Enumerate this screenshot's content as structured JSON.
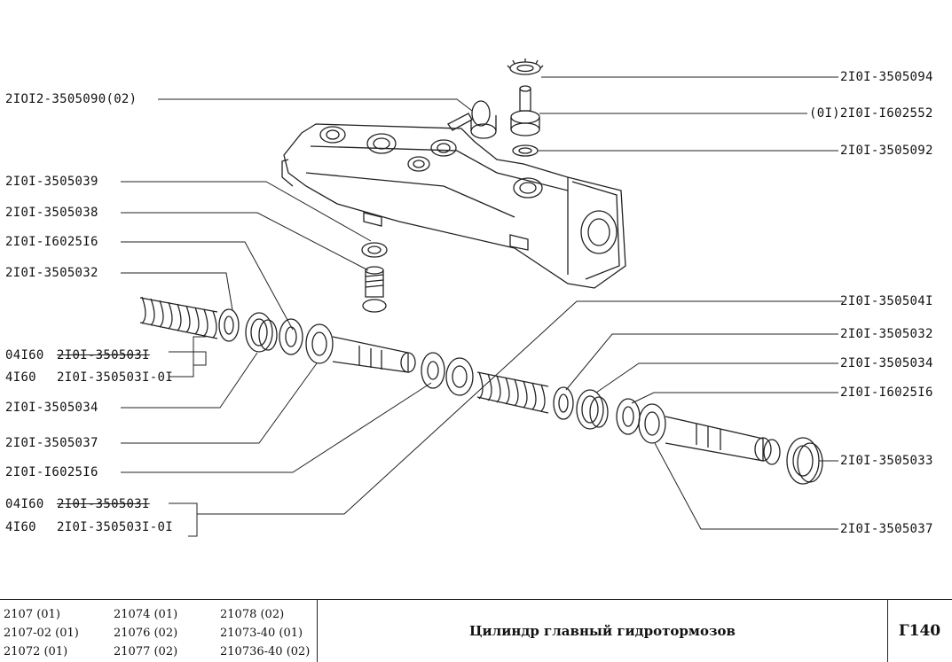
{
  "labels_left": {
    "l1": "2IOI2-3505090(02)",
    "l2": "2I0I-3505039",
    "l3": "2I0I-3505038",
    "l4": "2I0I-I6025I6",
    "l5": "2I0I-3505032",
    "g1_row1_prefix": "04I60",
    "g1_row1_code": "2I0I-350503I",
    "g1_row2_prefix": "4I60",
    "g1_row2_code": "2I0I-350503I-0I",
    "l6": "2I0I-3505034",
    "l7": "2I0I-3505037",
    "l8": "2I0I-I6025I6",
    "g2_row1_prefix": "04I60",
    "g2_row1_code": "2I0I-350503I",
    "g2_row2_prefix": "4I60",
    "g2_row2_code": "2I0I-350503I-0I"
  },
  "labels_right": {
    "r1": "2I0I-3505094",
    "r2": "(0I)2I0I-I602552",
    "r3": "2I0I-3505092",
    "r4": "2I0I-350504I",
    "r5": "2I0I-3505032",
    "r6": "2I0I-3505034",
    "r7": "2I0I-I6025I6",
    "r8": "2I0I-3505033",
    "r9": "2I0I-3505037"
  },
  "footer": {
    "models": [
      [
        "2107 (01)",
        "21074 (01)",
        "21078 (02)"
      ],
      [
        "2107-02 (01)",
        "21076 (02)",
        "21073-40 (01)"
      ],
      [
        "21072 (01)",
        "21077 (02)",
        "210736-40 (02)"
      ]
    ],
    "title": "Цилиндр главный гидротормозов",
    "code": "Г140"
  }
}
